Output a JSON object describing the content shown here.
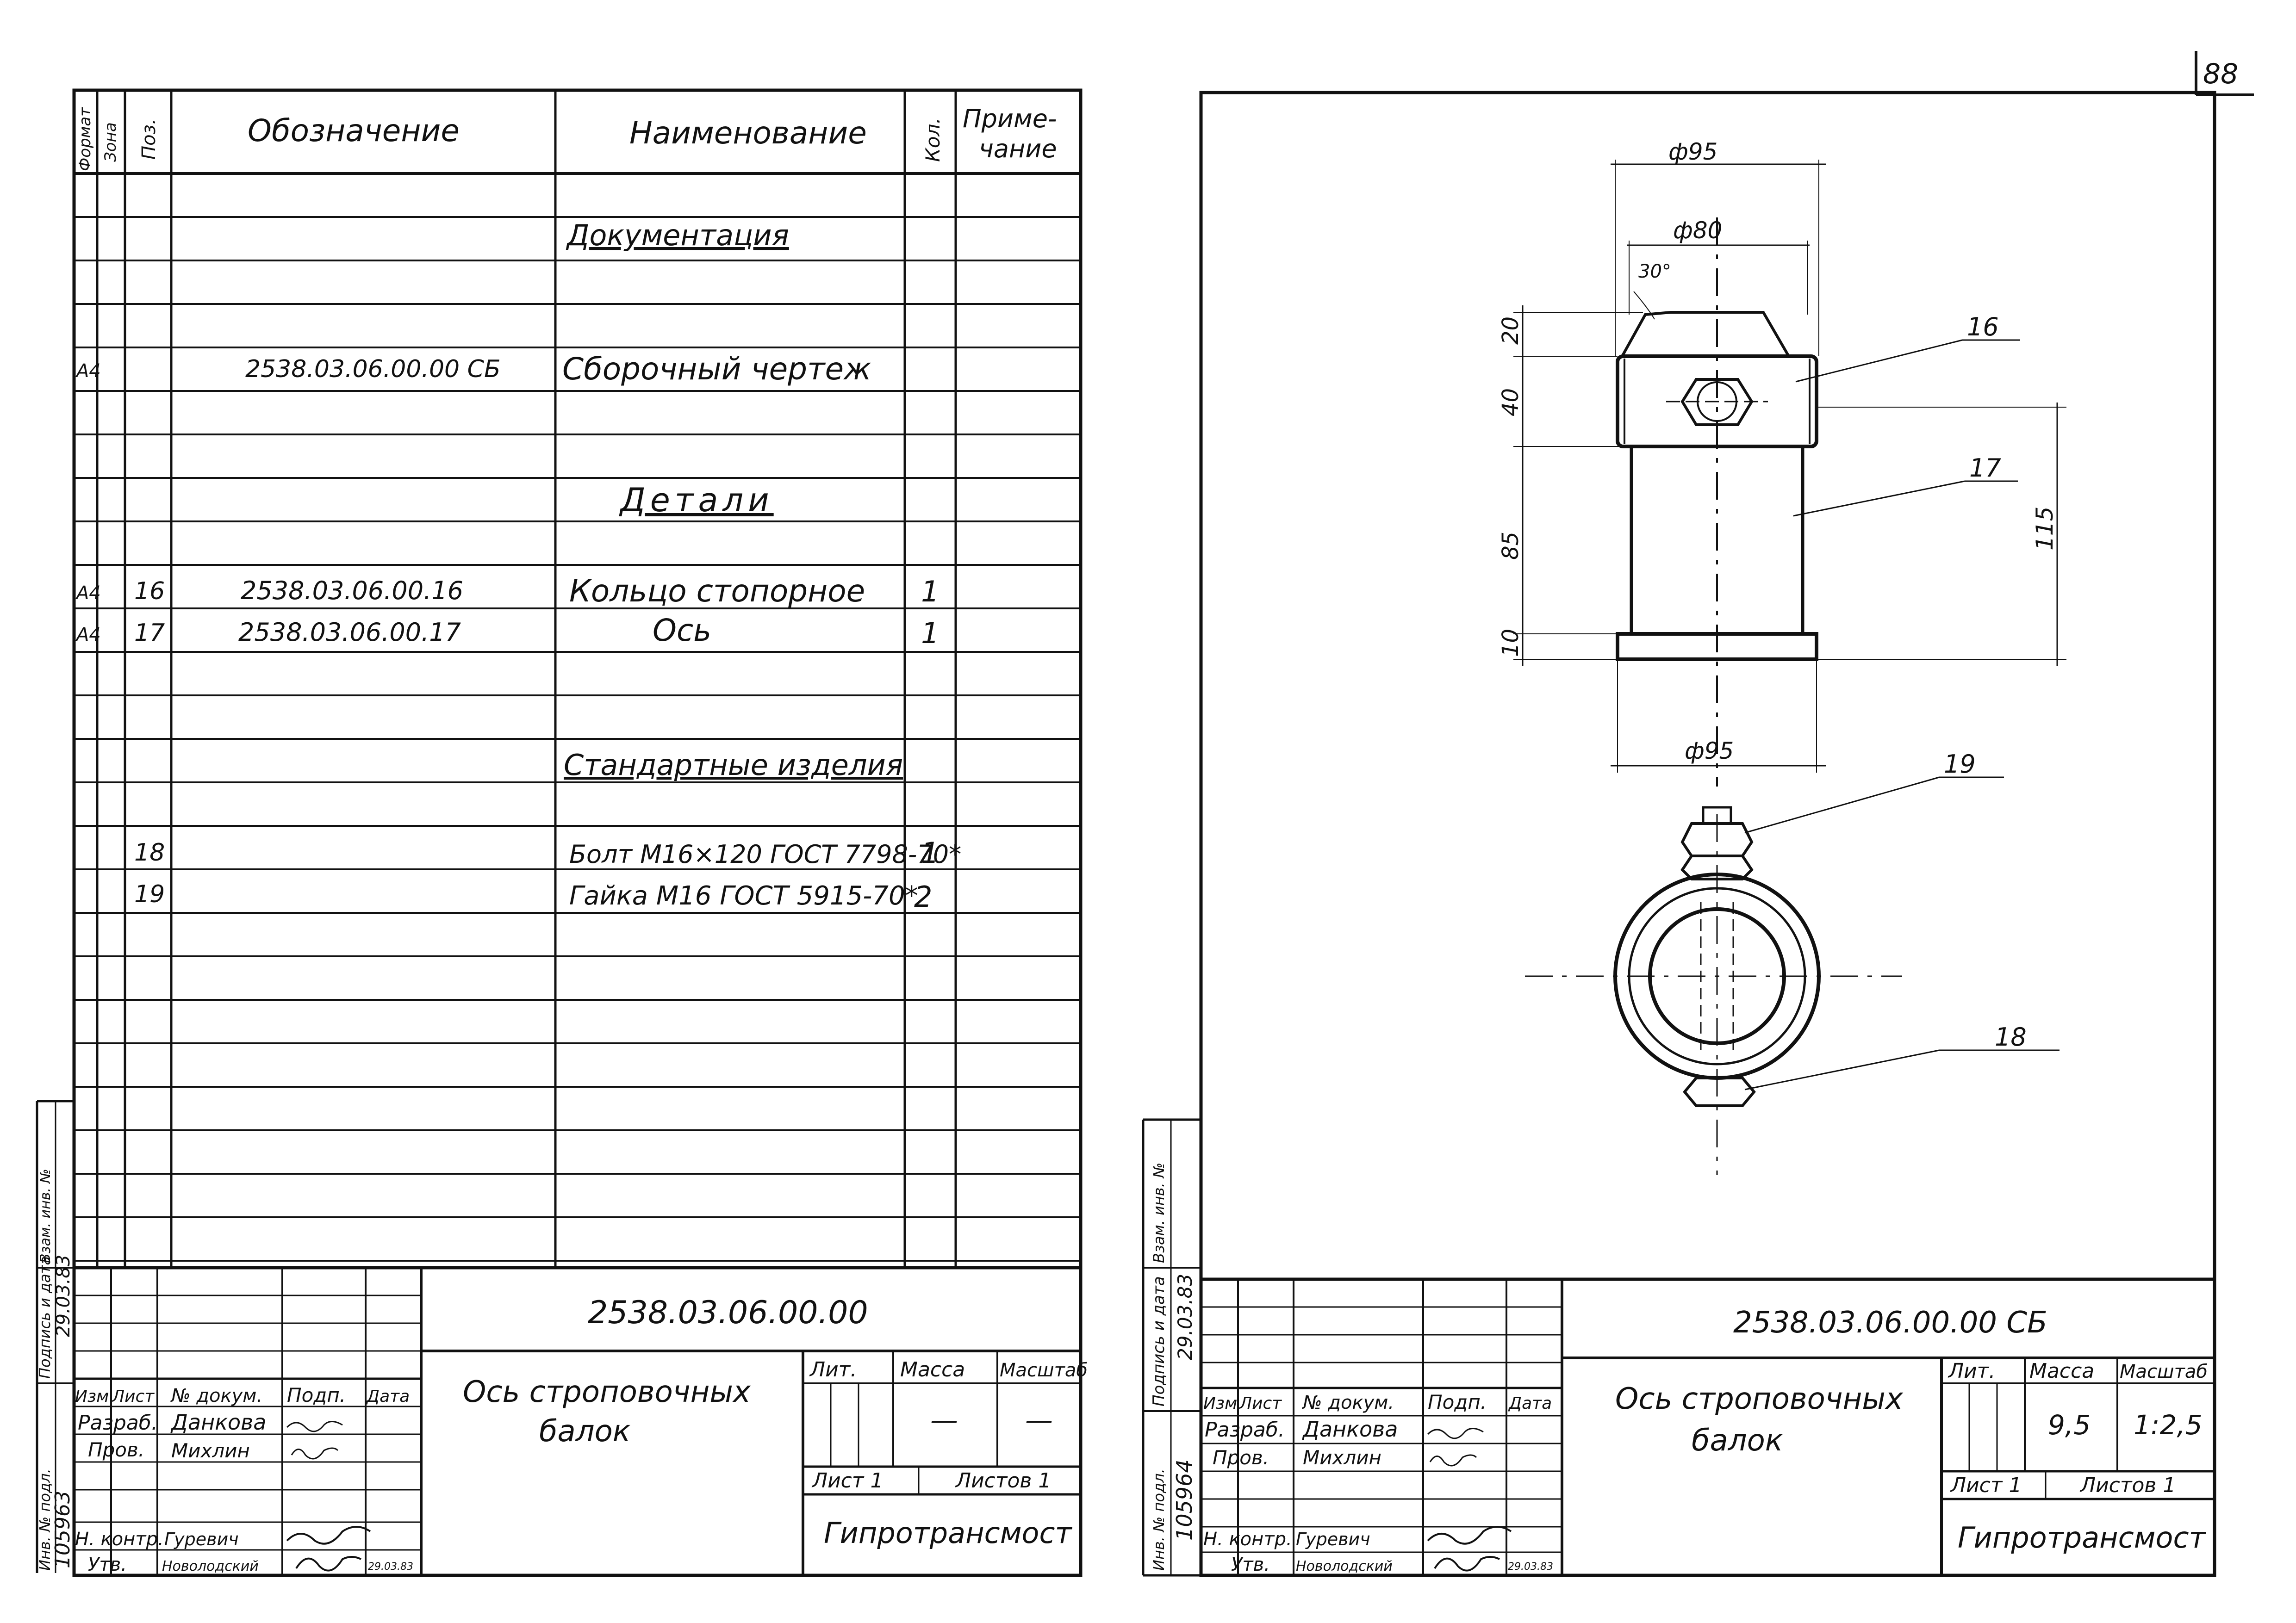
{
  "page_number": "88",
  "spec_header": {
    "format": "Формат",
    "zone": "Зона",
    "pos": "Поз.",
    "designation": "Обозначение",
    "name": "Наименование",
    "qty": "Кол.",
    "note_line1": "Приме-",
    "note_line2": "чание"
  },
  "spec_rows": [
    {
      "fmt": "",
      "pos": "",
      "designation": "",
      "name": "Документация",
      "qty": "",
      "section": true
    },
    {
      "fmt": "A4",
      "pos": "",
      "designation": "2538.03.06.00.00 СБ",
      "name": "Сборочный чертеж",
      "qty": "",
      "section": false
    },
    {
      "fmt": "",
      "pos": "",
      "designation": "",
      "name": "Детали",
      "qty": "",
      "section": true
    },
    {
      "fmt": "A4",
      "pos": "16",
      "designation": "2538.03.06.00.16",
      "name": "Кольцо стопорное",
      "qty": "1",
      "section": false
    },
    {
      "fmt": "A4",
      "pos": "17",
      "designation": "2538.03.06.00.17",
      "name": "Ось",
      "qty": "1",
      "section": false
    },
    {
      "fmt": "",
      "pos": "",
      "designation": "",
      "name": "Стандартные изделия",
      "qty": "",
      "section": true
    },
    {
      "fmt": "",
      "pos": "18",
      "designation": "",
      "name": "Болт М16×120 ГОСТ 7798-70*",
      "qty": "1",
      "section": false
    },
    {
      "fmt": "",
      "pos": "19",
      "designation": "",
      "name": "Гайка М16 ГОСТ 5915-70*",
      "qty": "2",
      "section": false
    }
  ],
  "left_title_block": {
    "code": "2538.03.06.00.00",
    "title_line1": "Ось  строповочных",
    "title_line2": "балок",
    "lit_label": "Лит.",
    "mass_label": "Масса",
    "scale_label": "Масштаб",
    "mass_value": "—",
    "scale_value": "—",
    "sheet_label": "Лист 1",
    "sheets_label": "Листов 1",
    "org": "Гипротрансмост",
    "col_izm": "Изм",
    "col_list": "Лист",
    "col_doc": "№ докум.",
    "col_sign": "Подп.",
    "col_date": "Дата",
    "role_dev": "Разраб.",
    "role_check": "Пров.",
    "role_norm": "Н. контр.",
    "role_approve": "Утв.",
    "name_dev": "Данкова",
    "name_check": "Михлин",
    "name_norm": "Гуревич",
    "name_approve": "Новолодский",
    "date_approve": "29.03.83",
    "side_inv": "Инв. № подл.",
    "side_sign": "Подпись и дата",
    "side_replace": "Взам. инв. №",
    "side_inv_value": "105963",
    "side_date_value": "29.03.83"
  },
  "right_title_block": {
    "code": "2538.03.06.00.00 СБ",
    "title_line1": "Ось  строповочных",
    "title_line2": "балок",
    "lit_label": "Лит.",
    "mass_label": "Масса",
    "scale_label": "Масштаб",
    "mass_value": "9,5",
    "scale_value": "1:2,5",
    "sheet_label": "Лист 1",
    "sheets_label": "Листов 1",
    "org": "Гипротрансмост",
    "col_izm": "Изм",
    "col_list": "Лист",
    "col_doc": "№ докум.",
    "col_sign": "Подп.",
    "col_date": "Дата",
    "role_dev": "Разраб.",
    "role_check": "Пров.",
    "role_norm": "Н. контр.",
    "role_approve": "Утв.",
    "name_dev": "Данкова",
    "name_check": "Михлин",
    "name_norm": "Гуревич",
    "name_approve": "Новолодский",
    "date_approve": "29.03.83",
    "side_inv": "Инв. № подл.",
    "side_sign": "Подпись и дата",
    "side_replace": "Взам. инв. №",
    "side_inv_value": "105964",
    "side_date_value": "29.03.83"
  },
  "drawing": {
    "dim_d95_top": "ф95",
    "dim_d80": "ф80",
    "dim_angle": "30°",
    "dim_20": "20",
    "dim_40": "40",
    "dim_85": "85",
    "dim_10": "10",
    "dim_115": "115",
    "dim_d95_bottom": "ф95",
    "leader_16": "16",
    "leader_17": "17",
    "leader_19": "19",
    "leader_18": "18"
  }
}
